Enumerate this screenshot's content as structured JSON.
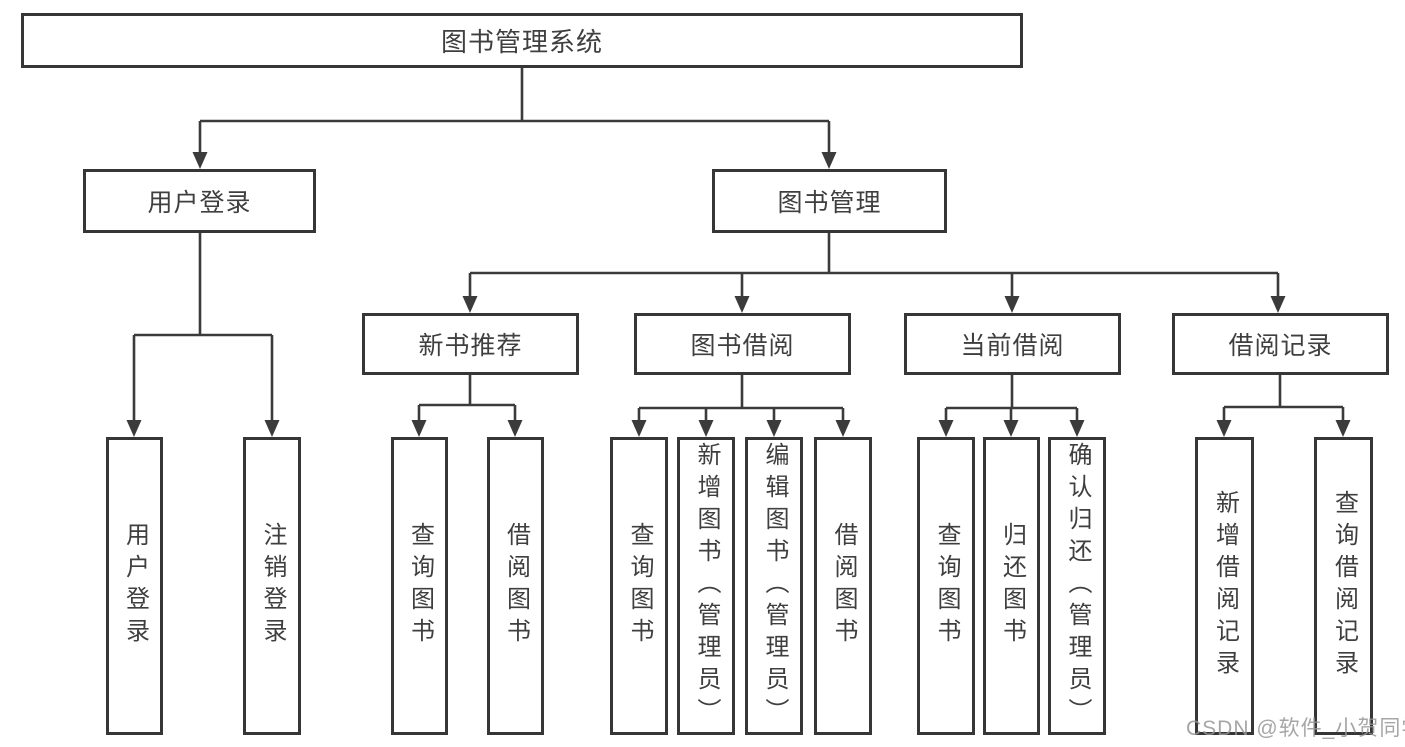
{
  "diagram": {
    "root": {
      "label": "图书管理系统"
    },
    "branches": [
      {
        "label": "用户登录",
        "children": [
          {
            "label": "用户登录"
          },
          {
            "label": "注销登录"
          }
        ]
      },
      {
        "label": "图书管理",
        "children": [
          {
            "label": "新书推荐",
            "children": [
              {
                "label": "查询图书"
              },
              {
                "label": "借阅图书"
              }
            ]
          },
          {
            "label": "图书借阅",
            "children": [
              {
                "label": "查询图书"
              },
              {
                "label": "新增图书（管理员）"
              },
              {
                "label": "编辑图书（管理员）"
              },
              {
                "label": "借阅图书"
              }
            ]
          },
          {
            "label": "当前借阅",
            "children": [
              {
                "label": "查询图书"
              },
              {
                "label": "归还图书"
              },
              {
                "label": "确认归还（管理员）"
              }
            ]
          },
          {
            "label": "借阅记录",
            "children": [
              {
                "label": "新增借阅记录"
              },
              {
                "label": "查询借阅记录"
              }
            ]
          }
        ]
      }
    ]
  },
  "watermark": {
    "text": "CSDN @软件_小贺同学"
  },
  "colors": {
    "line": "#3b3b3b",
    "border": "#363636",
    "text": "#3f3f3f",
    "background": "#ffffff",
    "watermark": "#969696"
  }
}
